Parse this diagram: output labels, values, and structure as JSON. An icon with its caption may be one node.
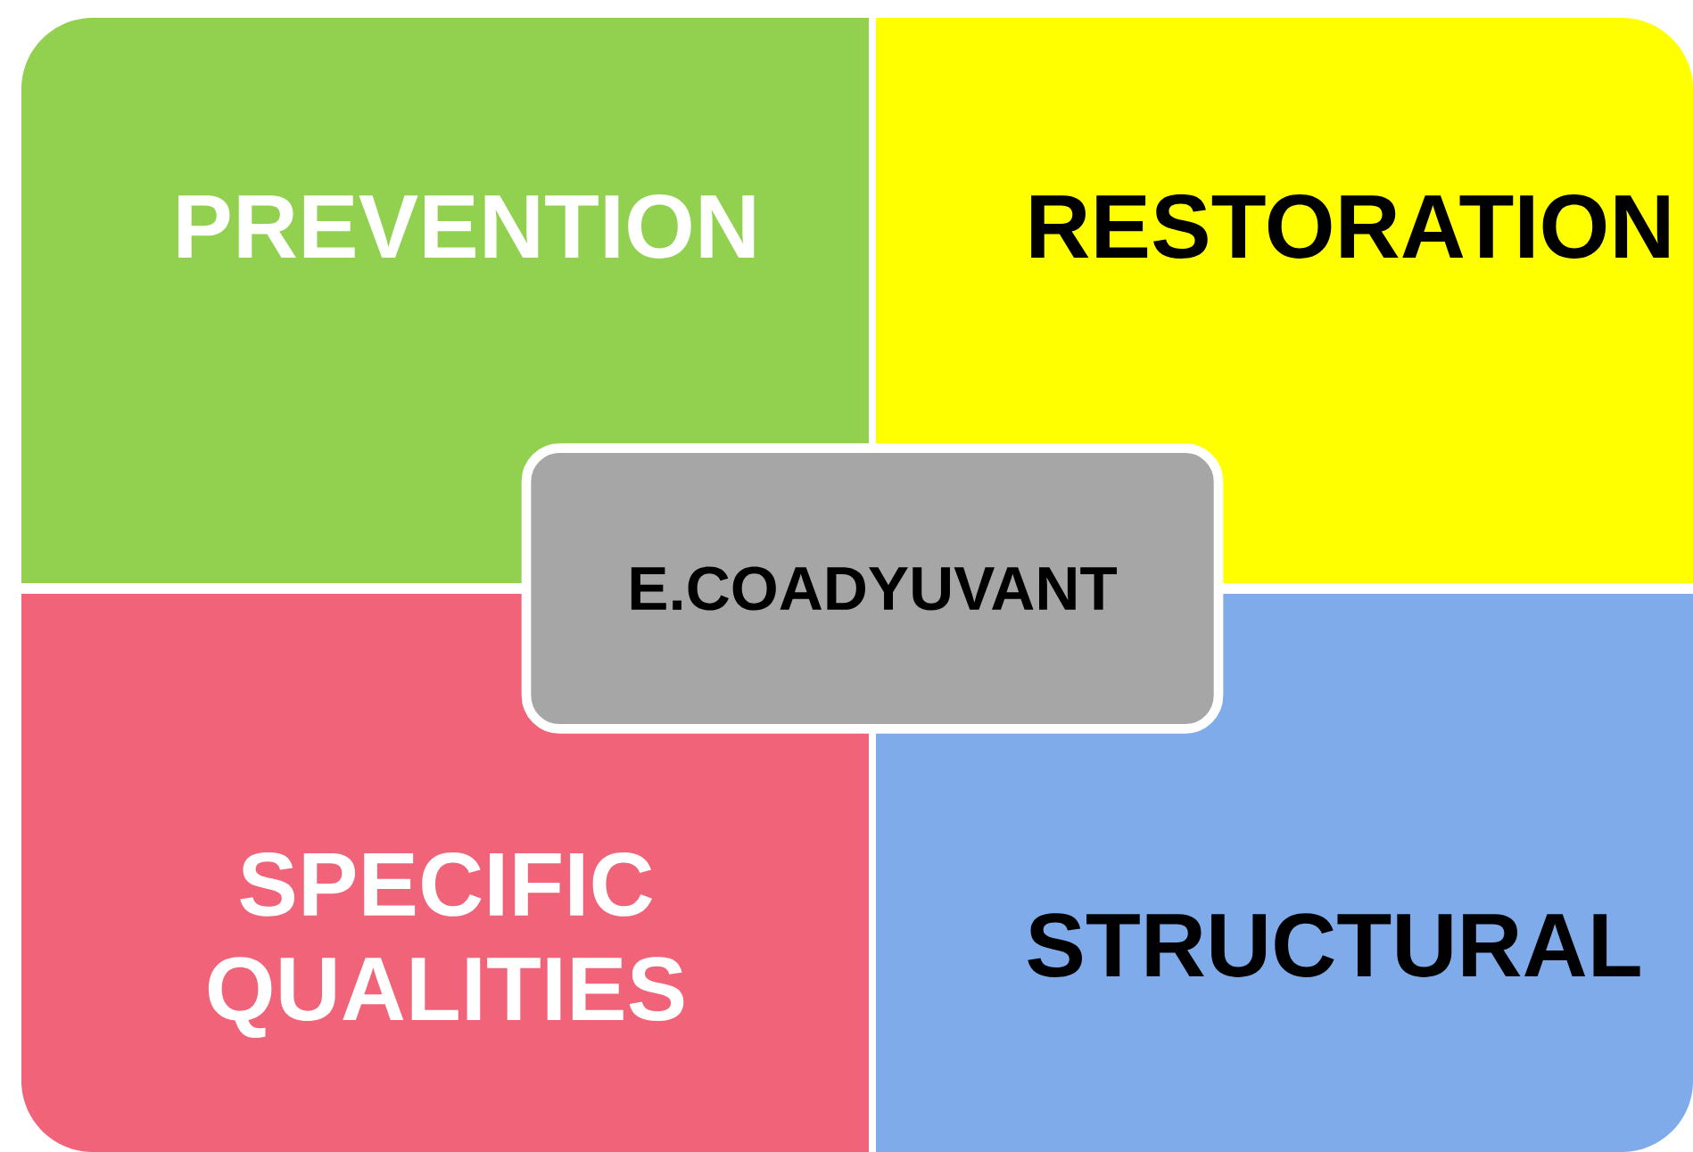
{
  "diagram": {
    "nodes": [
      {
        "text": [
          "PREVENTION"
        ]
      },
      {
        "text": [
          "RESTORATION"
        ]
      },
      {
        "text": [
          "SPECIFIC QUALITIES"
        ]
      },
      {
        "text": [
          "STRUCTURAL"
        ]
      },
      {
        "text": [
          "E.COADYUVANT"
        ]
      }
    ]
  }
}
